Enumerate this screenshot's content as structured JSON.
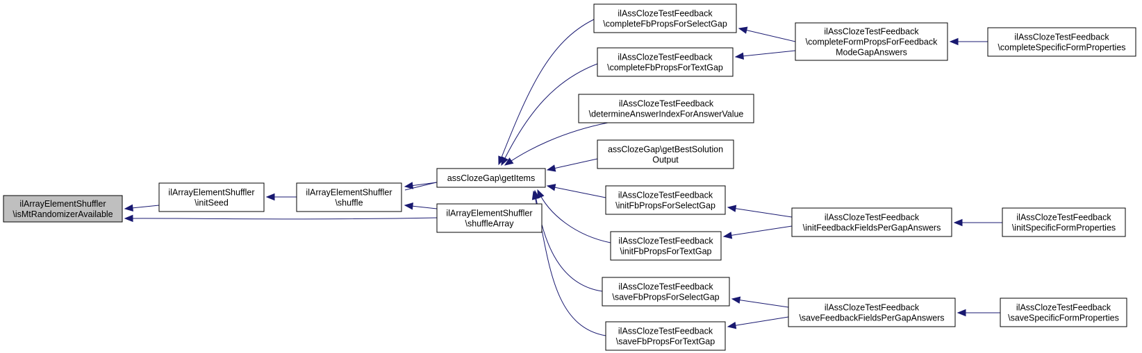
{
  "colors": {
    "edge": "#191970",
    "root_fill": "#bfbfbf",
    "node_fill": "#ffffff",
    "node_border": "#000000"
  },
  "nodes": {
    "root": {
      "lines": [
        "ilArrayElementShuffler",
        "\\isMtRandomizerAvailable"
      ]
    },
    "initSeed": {
      "lines": [
        "ilArrayElementShuffler",
        "\\initSeed"
      ]
    },
    "shuffle": {
      "lines": [
        "ilArrayElementShuffler",
        "\\shuffle"
      ]
    },
    "getItems": {
      "lines": [
        "assClozeGap\\getItems"
      ]
    },
    "shuffleArray": {
      "lines": [
        "ilArrayElementShuffler",
        "\\shuffleArray"
      ]
    },
    "completeFbSelect": {
      "lines": [
        "ilAssClozeTestFeedback",
        "\\completeFbPropsForSelectGap"
      ]
    },
    "completeFbText": {
      "lines": [
        "ilAssClozeTestFeedback",
        "\\completeFbPropsForTextGap"
      ]
    },
    "determineAnswer": {
      "lines": [
        "ilAssClozeTestFeedback",
        "\\determineAnswerIndexForAnswerValue"
      ]
    },
    "bestSolution": {
      "lines": [
        "assClozeGap\\getBestSolution",
        "Output"
      ]
    },
    "initFbSelect": {
      "lines": [
        "ilAssClozeTestFeedback",
        "\\initFbPropsForSelectGap"
      ]
    },
    "initFbText": {
      "lines": [
        "ilAssClozeTestFeedback",
        "\\initFbPropsForTextGap"
      ]
    },
    "saveFbSelect": {
      "lines": [
        "ilAssClozeTestFeedback",
        "\\saveFbPropsForSelectGap"
      ]
    },
    "saveFbText": {
      "lines": [
        "ilAssClozeTestFeedback",
        "\\saveFbPropsForTextGap"
      ]
    },
    "completeFormProps": {
      "lines": [
        "ilAssClozeTestFeedback",
        "\\completeFormPropsForFeedback",
        "ModeGapAnswers"
      ]
    },
    "initFeedbackFields": {
      "lines": [
        "ilAssClozeTestFeedback",
        "\\initFeedbackFieldsPerGapAnswers"
      ]
    },
    "saveFeedbackFields": {
      "lines": [
        "ilAssClozeTestFeedback",
        "\\saveFeedbackFieldsPerGapAnswers"
      ]
    },
    "completeSpecific": {
      "lines": [
        "ilAssClozeTestFeedback",
        "\\completeSpecificFormProperties"
      ]
    },
    "initSpecific": {
      "lines": [
        "ilAssClozeTestFeedback",
        "\\initSpecificFormProperties"
      ]
    },
    "saveSpecific": {
      "lines": [
        "ilAssClozeTestFeedback",
        "\\saveSpecificFormProperties"
      ]
    }
  },
  "edges": [
    {
      "from": "initSeed",
      "to": "root"
    },
    {
      "from": "shuffleArray",
      "to": "root"
    },
    {
      "from": "shuffle",
      "to": "initSeed"
    },
    {
      "from": "getItems",
      "to": "shuffle"
    },
    {
      "from": "shuffleArray",
      "to": "shuffle"
    },
    {
      "from": "shuffleArray",
      "to": "getItems"
    },
    {
      "from": "completeFbSelect",
      "to": "getItems"
    },
    {
      "from": "completeFbText",
      "to": "getItems"
    },
    {
      "from": "determineAnswer",
      "to": "getItems"
    },
    {
      "from": "bestSolution",
      "to": "getItems"
    },
    {
      "from": "initFbSelect",
      "to": "getItems"
    },
    {
      "from": "initFbText",
      "to": "getItems"
    },
    {
      "from": "saveFbSelect",
      "to": "getItems"
    },
    {
      "from": "saveFbText",
      "to": "getItems"
    },
    {
      "from": "completeFormProps",
      "to": "completeFbSelect"
    },
    {
      "from": "completeFormProps",
      "to": "completeFbText"
    },
    {
      "from": "initFeedbackFields",
      "to": "initFbSelect"
    },
    {
      "from": "initFeedbackFields",
      "to": "initFbText"
    },
    {
      "from": "saveFeedbackFields",
      "to": "saveFbSelect"
    },
    {
      "from": "saveFeedbackFields",
      "to": "saveFbText"
    },
    {
      "from": "completeSpecific",
      "to": "completeFormProps"
    },
    {
      "from": "initSpecific",
      "to": "initFeedbackFields"
    },
    {
      "from": "saveSpecific",
      "to": "saveFeedbackFields"
    }
  ]
}
